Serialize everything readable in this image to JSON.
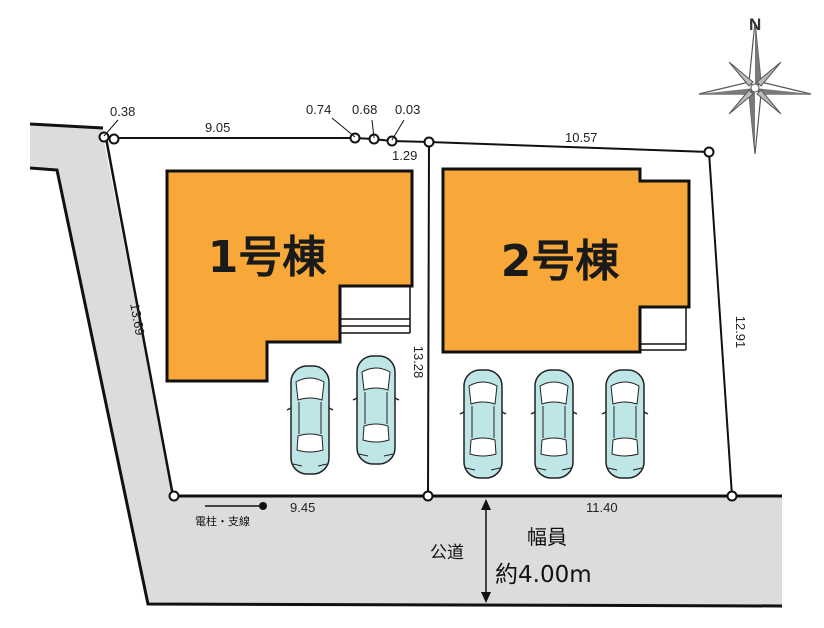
{
  "compass": {
    "north_label": "N",
    "icon": "compass-rose-icon"
  },
  "lots": [
    {
      "id": "lot-1",
      "label": "1号棟",
      "color": "#f7a838"
    },
    {
      "id": "lot-2",
      "label": "2号棟",
      "color": "#f7a838"
    }
  ],
  "dimensions": {
    "top_a": "0.38",
    "top_b": "9.05",
    "top_c": "0.74",
    "top_d": "0.68",
    "top_e": "0.03",
    "top_f": "1.29",
    "top_g": "10.57",
    "left_side": "13.69",
    "middle": "13.28",
    "right_side": "12.91",
    "bottom_left": "9.45",
    "bottom_right": "11.40"
  },
  "utility_pole": "電柱・支線",
  "road": {
    "type": "公道",
    "width_label": "幅員",
    "width_value": "約4.00m"
  },
  "colors": {
    "building": "#f7a838",
    "road": "#dcdcdc",
    "car": "#bfe6e6",
    "line": "#111111"
  },
  "parking": {
    "lot_1_cars": 2,
    "lot_2_cars": 3
  }
}
